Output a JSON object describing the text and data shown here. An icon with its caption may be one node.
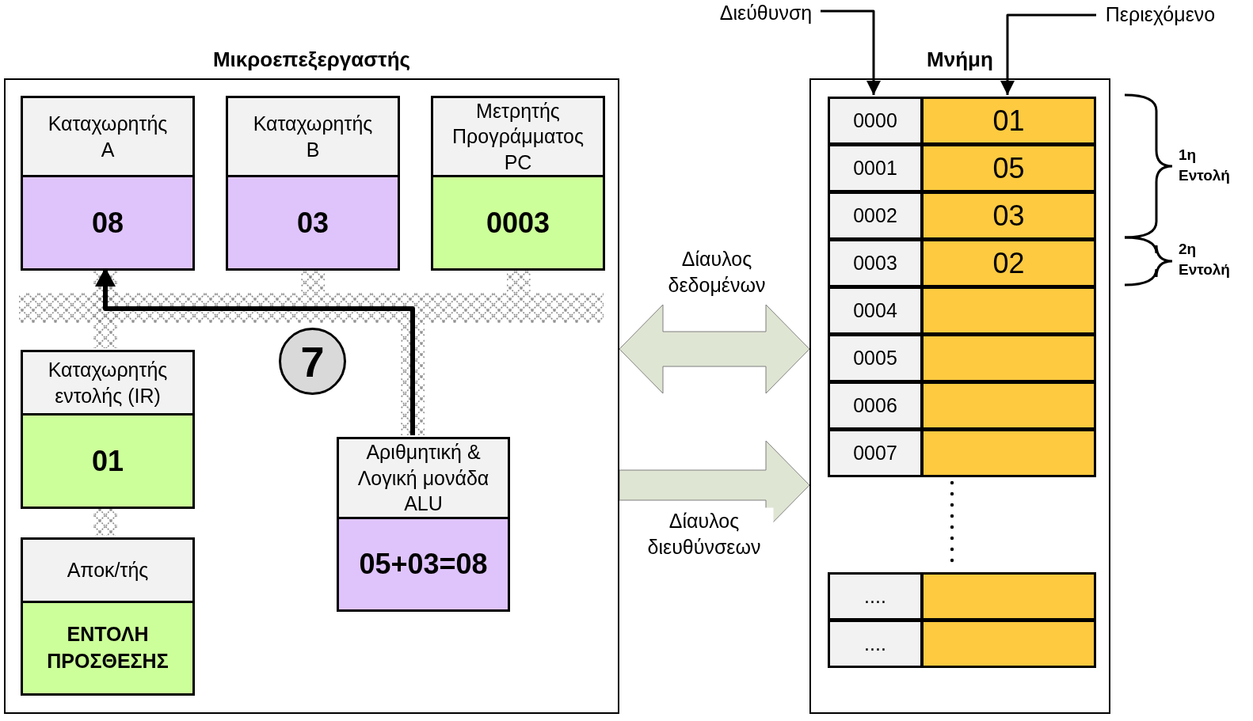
{
  "diagram": {
    "nodes": [
      {
        "text": [
          "Μικροεπεξεργαστής"
        ]
      },
      {
        "text": [
          "Καταχωρητής Α",
          "08"
        ],
        "in": 0
      },
      {
        "text": [
          "Καταχωρητής Β",
          "03"
        ],
        "in": 0
      },
      {
        "text": [
          "Μετρητής Προγράμματος PC",
          "0003"
        ],
        "in": 0
      },
      {
        "text": [
          "Καταχωρητής εντολής (IR)",
          "01"
        ],
        "in": 0
      },
      {
        "text": [
          "Αποκ/τής",
          "ΕΝΤΟΛΗ ΠΡΟΣΘΕΣΗΣ"
        ],
        "in": 0
      },
      {
        "text": [
          "Αριθμητική & Λογική μονάδα ALU",
          "05+03=08"
        ],
        "in": 0
      },
      {
        "text": [
          "7"
        ],
        "in": 0
      },
      {
        "text": [
          "Μνήμη"
        ]
      },
      {
        "text": [
          "0000"
        ],
        "in": 8
      },
      {
        "text": [
          "01"
        ],
        "in": 8
      },
      {
        "text": [
          "0001"
        ],
        "in": 8
      },
      {
        "text": [
          "05"
        ],
        "in": 8
      },
      {
        "text": [
          "0002"
        ],
        "in": 8
      },
      {
        "text": [
          "03"
        ],
        "in": 8
      },
      {
        "text": [
          "0003"
        ],
        "in": 8
      },
      {
        "text": [
          "02"
        ],
        "in": 8
      },
      {
        "text": [
          "0004"
        ],
        "in": 8
      },
      {
        "text": [],
        "shape": "box",
        "in": 8
      },
      {
        "text": [
          "0005"
        ],
        "in": 8
      },
      {
        "text": [],
        "shape": "box",
        "in": 8
      },
      {
        "text": [
          "0006"
        ],
        "in": 8
      },
      {
        "text": [],
        "shape": "box",
        "in": 8
      },
      {
        "text": [
          "0007"
        ],
        "in": 8
      },
      {
        "text": [],
        "shape": "box",
        "in": 8
      },
      {
        "text": [
          "...."
        ],
        "in": 8
      },
      {
        "text": [],
        "shape": "box",
        "in": 8
      },
      {
        "text": [
          "...."
        ],
        "in": 8
      },
      {
        "text": [],
        "shape": "box",
        "in": 8
      },
      {
        "text": [
          "Διεύθυνση"
        ]
      },
      {
        "text": [
          "Περιεχόμενο"
        ]
      }
    ],
    "edges": [
      {
        "from": 6,
        "to": 1,
        "arrow": "to",
        "style": "thick"
      },
      {
        "from": 29,
        "to": 9,
        "arrow": "to"
      },
      {
        "from": 30,
        "to": 10,
        "arrow": "to"
      },
      {
        "from": 0,
        "to": 8,
        "arrow": "both",
        "label": "Δίαυλος δεδομένων",
        "color": "#dfe5d3"
      },
      {
        "from": 0,
        "to": 8,
        "arrow": "to",
        "label": "Δίαυλος διευθύνσεων",
        "color": "#dfe5d3"
      }
    ],
    "labels": [
      "1η Εντολή",
      "2η Εντολή"
    ]
  }
}
